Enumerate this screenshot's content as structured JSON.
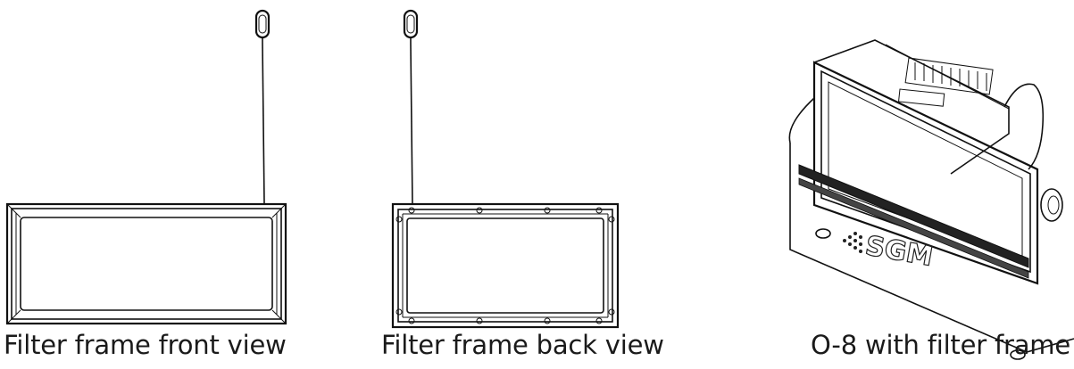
{
  "captions": {
    "front": "Filter frame front view",
    "back": "Filter frame back view",
    "fixture": "O-8 with filter frame"
  },
  "fixture": {
    "brand_logo": "SGM"
  },
  "colors": {
    "line": "#111111",
    "background": "#ffffff",
    "caption_text": "#1a1a1a"
  },
  "icons": {
    "carabiner": "carabiner-icon",
    "safety_wire": "safety-wire-icon"
  }
}
